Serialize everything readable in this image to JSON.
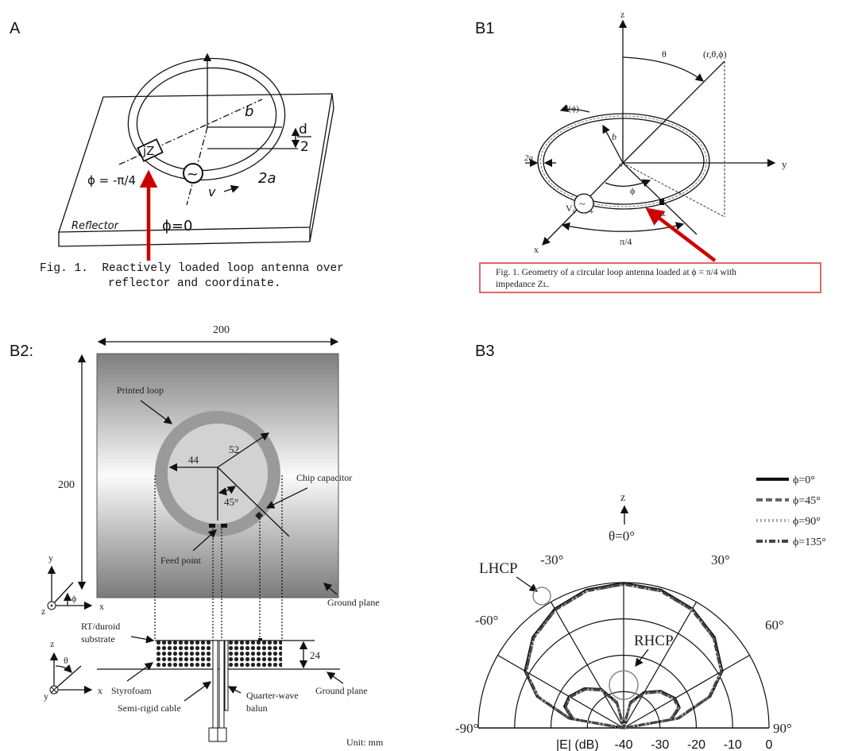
{
  "panels": {
    "a": {
      "label": "A",
      "b": "b",
      "d_num": "d",
      "d_den": "2",
      "two_a": "2a",
      "v": "v",
      "z": "jZ",
      "phi_neg": "ϕ = -π/4",
      "phi_zero": "ϕ=0",
      "reflector": "Reflector",
      "caption_line1": "Fig. 1.  Reactively loaded loop antenna over",
      "caption_line2": "reflector and coordinate."
    },
    "b1": {
      "label": "B1",
      "z": "z",
      "y": "y",
      "x": "x",
      "theta": "θ",
      "point": "(r,θ,ϕ)",
      "current": "I(ϕ)",
      "b": "b",
      "two_a": "2a",
      "origin": "o",
      "phi": "ϕ",
      "v0": "V₀",
      "minus": "−",
      "plus": "+",
      "zl": "Zʟ",
      "pi4": "π/4",
      "caption_line1": "Fig. 1.  Geometry of a circular loop antenna loaded at ϕ = π/4 with",
      "caption_line2": "impedance Zʟ."
    },
    "b2": {
      "label": "B2:",
      "width_dim": "200",
      "height_dim": "200",
      "printed_loop": "Printed loop",
      "r_inner": "44",
      "r_outer": "52",
      "angle": "45°",
      "chip_capacitor": "Chip capacitor",
      "feed_point": "Feed point",
      "ground_plane_top": "Ground plane",
      "axis_y": "y",
      "axis_x": "x",
      "axis_z": "z",
      "phi": "ϕ",
      "substrate_line1": "RT/duroid",
      "substrate_line2": "substrate",
      "thickness": "24",
      "axis2_z": "z",
      "axis2_x": "x",
      "axis2_y": "y",
      "theta": "θ",
      "styrofoam": "Styrofoam",
      "semi_rigid": "Semi-rigid cable",
      "balun_line1": "Quarter-wave",
      "balun_line2": "balun",
      "ground_plane_bottom": "Ground plane",
      "unit": "Unit: mm"
    },
    "b3": {
      "label": "B3",
      "z": "z",
      "lhcp": "LHCP",
      "rhcp": "RHCP"
    }
  },
  "chart_data": {
    "type": "polar",
    "title": "",
    "radial_label": "|E| (dB)",
    "radial_ticks": [
      "-40",
      "-30",
      "-20",
      "-10",
      "0"
    ],
    "radial_range": [
      -40,
      0
    ],
    "angle_ticks": [
      "-90°",
      "-60°",
      "-30°",
      "θ=0°",
      "30°",
      "60°",
      "90°"
    ],
    "angles_deg": [
      -90,
      -80,
      -70,
      -60,
      -45,
      -30,
      -15,
      0,
      15,
      30,
      45,
      60,
      70,
      80,
      90
    ],
    "legend": [
      {
        "name": "ϕ=0°",
        "style": "solid",
        "color": "#111111"
      },
      {
        "name": "ϕ=45°",
        "style": "dashed",
        "color": "#666666"
      },
      {
        "name": "ϕ=90°",
        "style": "dotted",
        "color": "#aaaaaa"
      },
      {
        "name": "ϕ=135°",
        "style": "dashdot",
        "color": "#444444"
      }
    ],
    "series": [
      {
        "name": "LHCP",
        "values": [
          -40,
          -25,
          -15,
          -9,
          -5,
          -2.5,
          -1,
          -0.5,
          -1,
          -2.5,
          -5,
          -9,
          -15,
          -25,
          -40
        ]
      },
      {
        "name": "RHCP",
        "values": [
          -40,
          -26,
          -23,
          -23,
          -25,
          -28,
          -33,
          -40,
          -33,
          -29,
          -26,
          -24,
          -24,
          -27,
          -40
        ]
      }
    ]
  }
}
